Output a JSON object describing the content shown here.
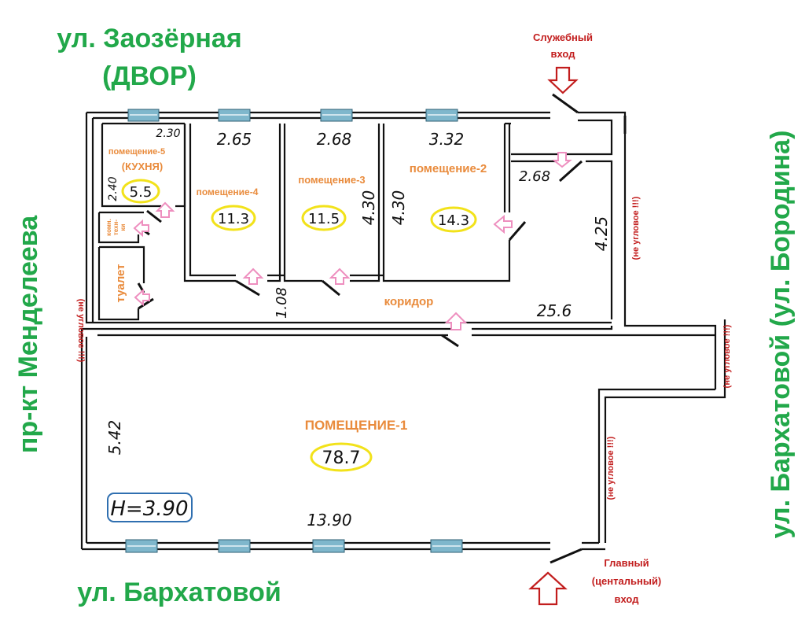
{
  "streets": {
    "top_line1": "ул. Заозёрная",
    "top_line2": "(ДВОР)",
    "left": "пр-кт  Менделеева",
    "bottom": "ул. Бархатовой",
    "right": "ул. Бархатовой  (ул. Бородина)"
  },
  "entrances": {
    "service_line1": "Служебный",
    "service_line2": "вход",
    "main_line1": "Главный",
    "main_line2": "(центальный)",
    "main_line3": "вход"
  },
  "not_corner": "(не угловое !!!)",
  "rooms": {
    "room1_title": "ПОМЕЩЕНИЕ-1",
    "room1_area": "78.7",
    "room2_title": "помещение-2",
    "room2_area": "14.3",
    "room3_title": "помещение-3",
    "room3_area": "11.5",
    "room4_title": "помещение-4",
    "room4_area": "11.3",
    "room5_title": "помещение-5",
    "room5_subtitle": "(КУХНЯ)",
    "room5_area": "5.5",
    "corridor": "коридор",
    "toilet": "туалет",
    "tech_line1": "комн.",
    "tech_line2": "техн-",
    "tech_line3": "ки"
  },
  "dimensions": {
    "d_230": "2.30",
    "d_265": "2.65",
    "d_268_top": "2.68",
    "d_332": "3.32",
    "d_240": "2.40",
    "d_430_a": "4.30",
    "d_430_b": "4.30",
    "d_268_side": "2.68",
    "d_425": "4.25",
    "d_108": "1.08",
    "d_256": "25.6",
    "d_542": "5.42",
    "d_1390": "13.90",
    "ceiling": "H=3.90"
  },
  "colors": {
    "street_green": "#22a84a",
    "room_orange": "#e98b3c",
    "entrance_red": "#c21d1d",
    "area_highlight": "#f2e21a",
    "door_arrow_pink": "#ee8fbf",
    "ceiling_box_blue": "#2f6fb0",
    "window_blue": "#7fb7cc"
  }
}
